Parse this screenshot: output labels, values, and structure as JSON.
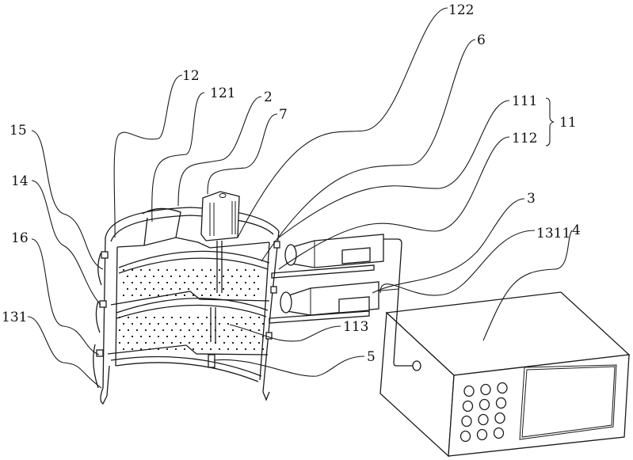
{
  "figure": {
    "type": "patent-drawing",
    "description": "Perspective line drawing of a multi-layer sieve apparatus connected to a control unit",
    "labels": [
      {
        "id": "12",
        "text": "12"
      },
      {
        "id": "121",
        "text": "121"
      },
      {
        "id": "2",
        "text": "2"
      },
      {
        "id": "7",
        "text": "7"
      },
      {
        "id": "122",
        "text": "122"
      },
      {
        "id": "6",
        "text": "6"
      },
      {
        "id": "111",
        "text": "111"
      },
      {
        "id": "112",
        "text": "112"
      },
      {
        "id": "11",
        "text": "11"
      },
      {
        "id": "3",
        "text": "3"
      },
      {
        "id": "1311",
        "text": "1311"
      },
      {
        "id": "4",
        "text": "4"
      },
      {
        "id": "15",
        "text": "15"
      },
      {
        "id": "14",
        "text": "14"
      },
      {
        "id": "16",
        "text": "16"
      },
      {
        "id": "131",
        "text": "131"
      },
      {
        "id": "113",
        "text": "113"
      },
      {
        "id": "5",
        "text": "5"
      }
    ],
    "bracket_group": {
      "members": [
        "111",
        "112"
      ],
      "group_label": "11"
    },
    "control_unit": {
      "button_count": 12,
      "button_rows": 4,
      "button_cols": 3,
      "has_screen": true
    }
  }
}
